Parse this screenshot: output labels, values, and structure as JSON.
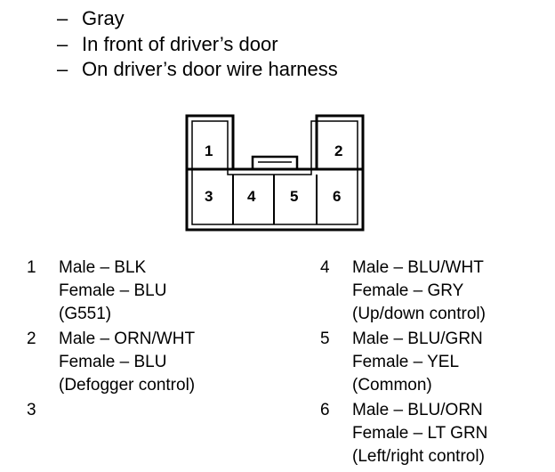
{
  "header": {
    "lines": [
      "Gray",
      "In front of driver’s door",
      "On driver’s door wire harness"
    ],
    "dash": "–"
  },
  "connector": {
    "pins": [
      "1",
      "2",
      "3",
      "4",
      "5",
      "6"
    ]
  },
  "pins": [
    {
      "number": "1",
      "lines": [
        "Male – BLK",
        "Female – BLU",
        "(G551)"
      ]
    },
    {
      "number": "2",
      "lines": [
        "Male – ORN/WHT",
        "Female – BLU",
        "(Defogger control)"
      ]
    },
    {
      "number": "3",
      "lines": []
    },
    {
      "number": "4",
      "lines": [
        "Male – BLU/WHT",
        "Female – GRY",
        "(Up/down control)"
      ]
    },
    {
      "number": "5",
      "lines": [
        "Male – BLU/GRN",
        "Female – YEL",
        "(Common)"
      ]
    },
    {
      "number": "6",
      "lines": [
        "Male – BLU/ORN",
        "Female – LT GRN",
        "(Left/right control)"
      ]
    }
  ]
}
